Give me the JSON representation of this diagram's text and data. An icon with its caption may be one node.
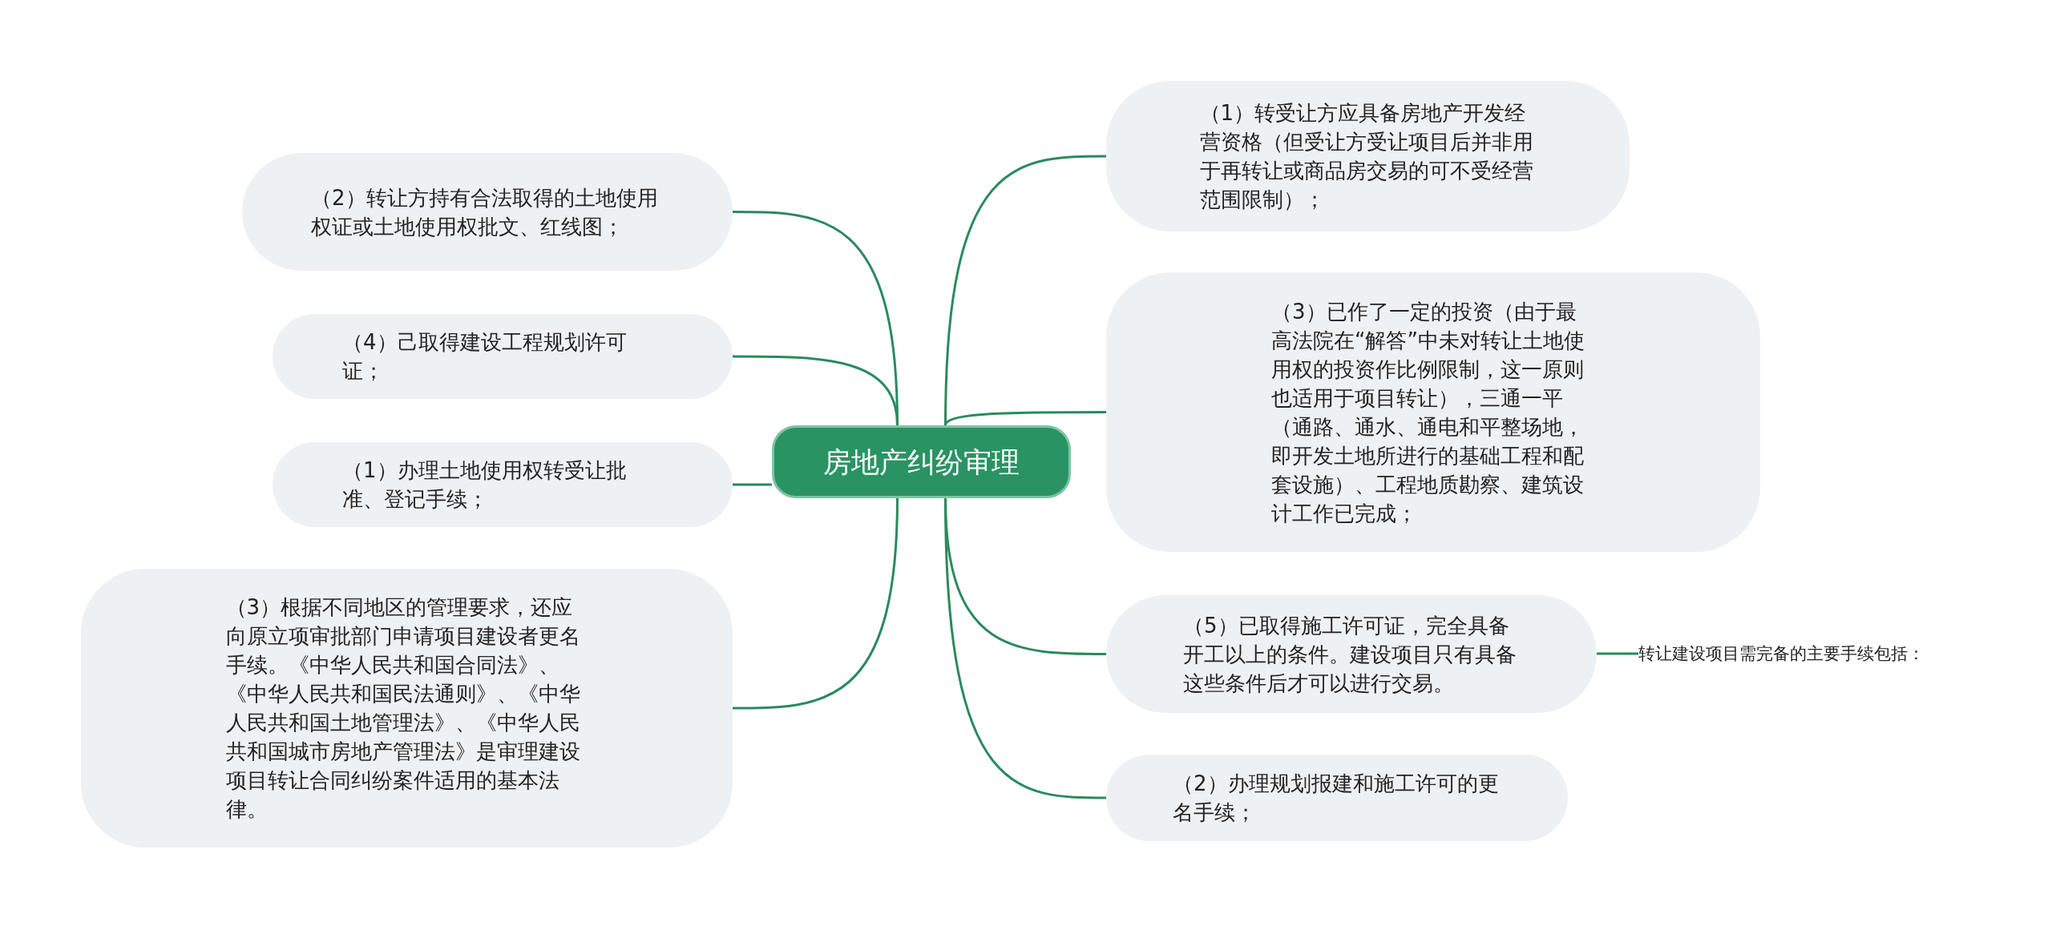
{
  "diagram": {
    "nodes": [
      {
        "text": [
          "房地产纠纷审理"
        ]
      },
      {
        "text": [
          "（2）转让方持有合法取得的土地使用权证或土地使用权批文、红线图；"
        ]
      },
      {
        "text": [
          "（4）己取得建设工程规划许可证；"
        ]
      },
      {
        "text": [
          "（1）办理土地使用权转受让批准、登记手续；"
        ]
      },
      {
        "text": [
          "（3）根据不同地区的管理要求，还应向原立项审批部门申请项目建设者更名手续。《中华人民共和国合同法》、《中华人民共和国民法通则》、《中华人民共和国土地管理法》、《中华人民共和国城市房地产管理法》是审理建设项目转让合同纠纷案件适用的基本法律。"
        ]
      },
      {
        "text": [
          "（1）转受让方应具备房地产开发经营资格（但受让方受让项目后并非用于再转让或商品房交易的可不受经营范围限制）；"
        ]
      },
      {
        "text": [
          "（3）已作了一定的投资（由于最高法院在“解答”中未对转让土地使用权的投资作比例限制，这一原则也适用于项目转让），三通一平（通路、通水、通电和平整场地，即开发土地所进行的基础工程和配套设施）、工程地质勘察、建筑设计工作已完成；"
        ]
      },
      {
        "text": [
          "（5）已取得施工许可证，完全具备开工以上的条件。建设项目只有具备这些条件后才可以进行交易。"
        ]
      },
      {
        "text": [
          "（2）办理规划报建和施工许可的更名手续；"
        ]
      },
      {
        "text": [
          "转让建设项目需完备的主要手续包括："
        ]
      }
    ],
    "edges": [
      {
        "from": 0,
        "to": 1,
        "arrow": "none"
      },
      {
        "from": 0,
        "to": 2,
        "arrow": "none"
      },
      {
        "from": 0,
        "to": 3,
        "arrow": "none"
      },
      {
        "from": 0,
        "to": 4,
        "arrow": "none"
      },
      {
        "from": 0,
        "to": 5,
        "arrow": "none"
      },
      {
        "from": 0,
        "to": 6,
        "arrow": "none"
      },
      {
        "from": 0,
        "to": 7,
        "arrow": "none"
      },
      {
        "from": 0,
        "to": 8,
        "arrow": "none"
      },
      {
        "from": 7,
        "to": 9,
        "arrow": "none"
      }
    ]
  }
}
